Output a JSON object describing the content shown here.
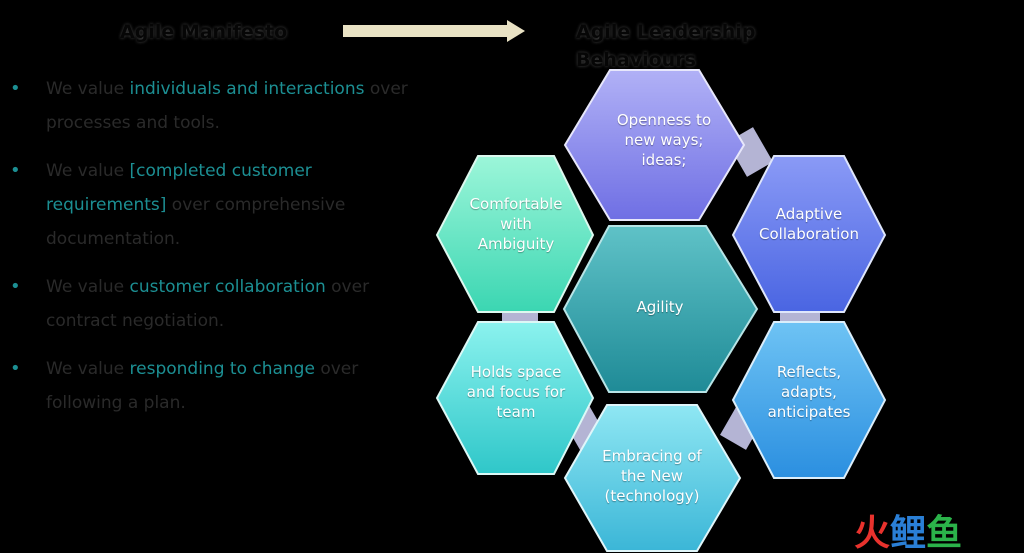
{
  "header": {
    "left_title": "Agile Manifesto",
    "right_title": "Agile Leadership Behaviours"
  },
  "manifesto": [
    {
      "pre": "We value ",
      "highlight": "individuals and interactions",
      "post": " over processes and tools."
    },
    {
      "pre": "We value ",
      "highlight": "[completed customer requirements]",
      "post": " over comprehensive documentation."
    },
    {
      "pre": "We value ",
      "highlight": "customer collaboration",
      "post": " over contract negotiation."
    },
    {
      "pre": "We value ",
      "highlight": "responding to change",
      "post": " over following a plan."
    }
  ],
  "hexagons": {
    "center": "Agility",
    "top": "Openness to new ways; ideas;",
    "top_right": "Adaptive Collaboration",
    "bottom_right": "Reflects, adapts, anticipates",
    "bottom": "Embracing of the New (technology)",
    "bottom_left": "Holds space and focus for team",
    "top_left": "Comfortable with Ambiguity"
  },
  "watermark": "火鲤鱼",
  "colors": {
    "accent": "#1c8f93",
    "arrow": "#e9e2c4",
    "connector": "#c9c9ec"
  }
}
